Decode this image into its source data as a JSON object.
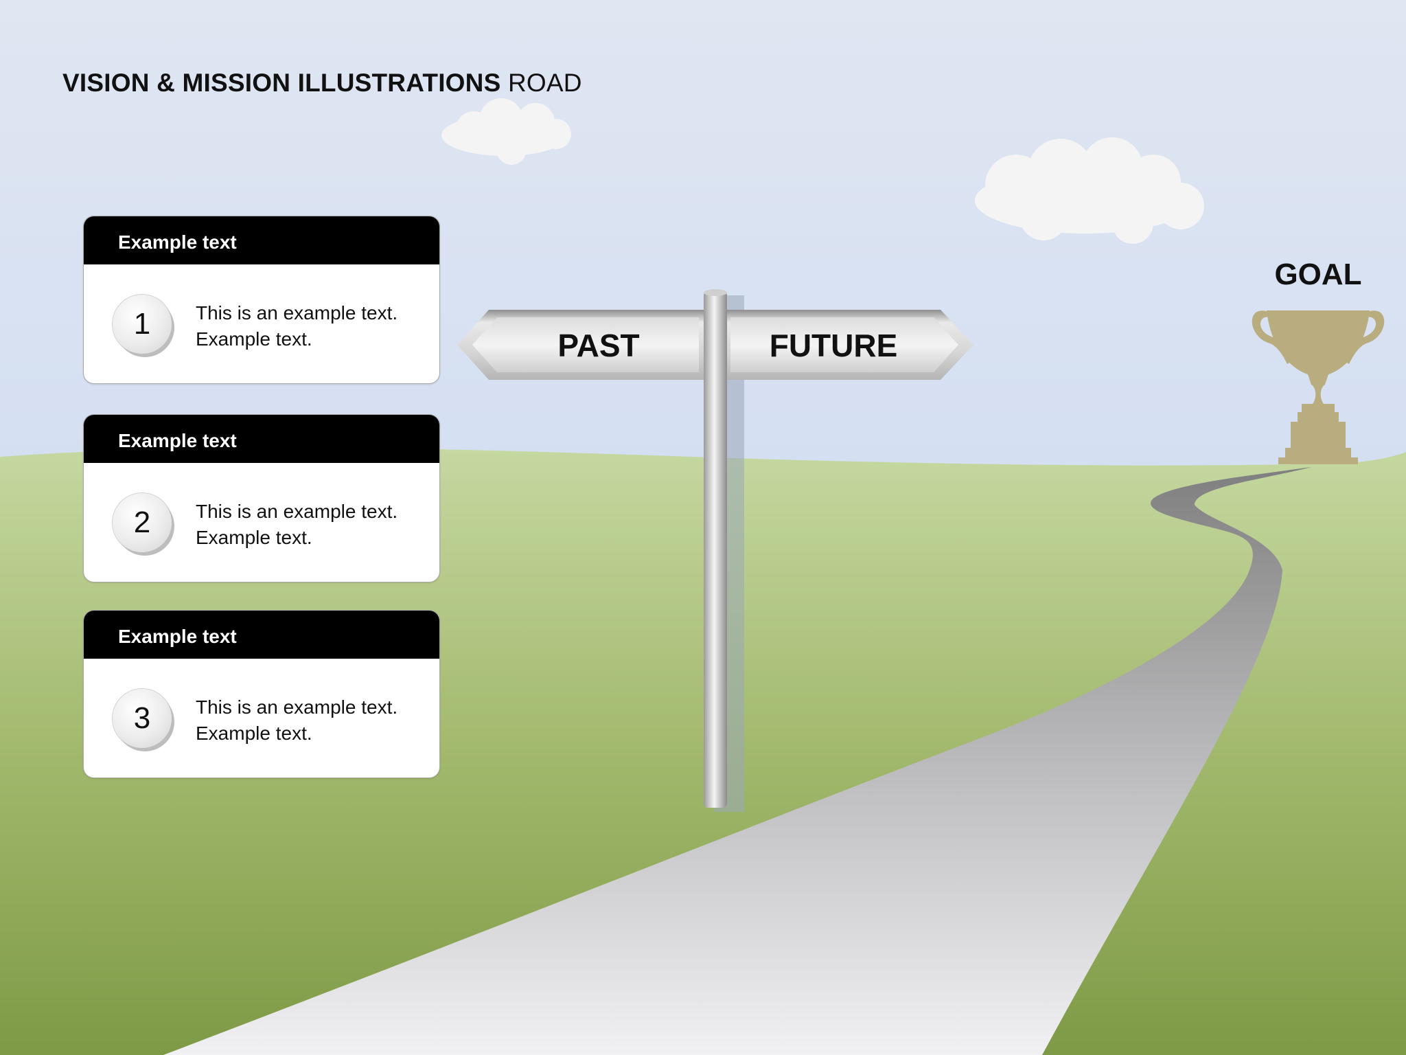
{
  "title": {
    "bold": "VISION & MISSION ILLUSTRATIONS",
    "light": "ROAD"
  },
  "cards": [
    {
      "header": "Example text",
      "number": "1",
      "text": "This is an example text. Example text."
    },
    {
      "header": "Example text",
      "number": "2",
      "text": "This is an example text. Example text."
    },
    {
      "header": "Example text",
      "number": "3",
      "text": "This is an example text. Example text."
    }
  ],
  "signpost": {
    "left_label": "PAST",
    "right_label": "FUTURE"
  },
  "goal": {
    "label": "GOAL"
  },
  "colors": {
    "sky_top": "#dde4f1",
    "sky_bottom": "#c8d9f1",
    "grass_top": "#c3d69e",
    "grass_bottom": "#7f9b47",
    "road": "#a0a0a0",
    "trophy": "#b9ad80",
    "header": "#000000"
  },
  "icons": {
    "trophy": "trophy-icon",
    "cloud": "cloud-icon"
  }
}
